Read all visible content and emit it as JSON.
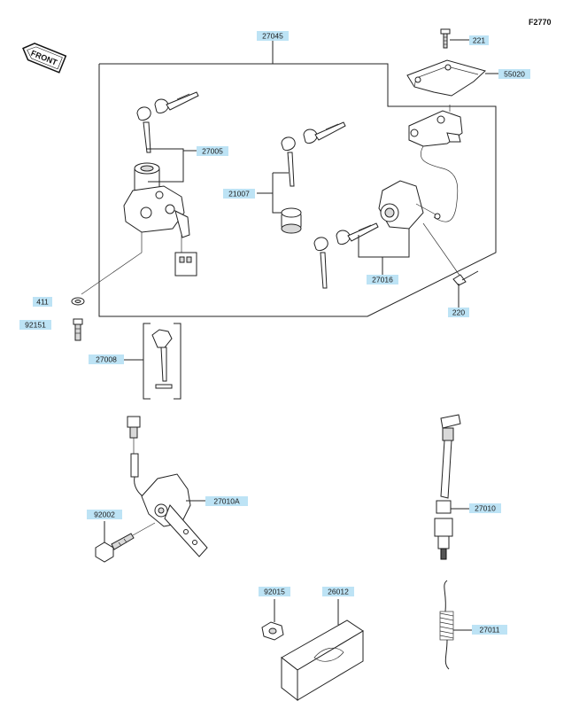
{
  "diagram": {
    "figure_code": "F2770",
    "front_label": "FRONT",
    "labels": {
      "p27045": "27045",
      "p221": "221",
      "p55020": "55020",
      "p27005": "27005",
      "p21007": "21007",
      "p27016": "27016",
      "p411": "411",
      "p92151": "92151",
      "p220": "220",
      "p27008": "27008",
      "p27010A": "27010A",
      "p92002": "92002",
      "p27010": "27010",
      "p92015": "92015",
      "p26012": "26012",
      "p27011": "27011"
    }
  }
}
